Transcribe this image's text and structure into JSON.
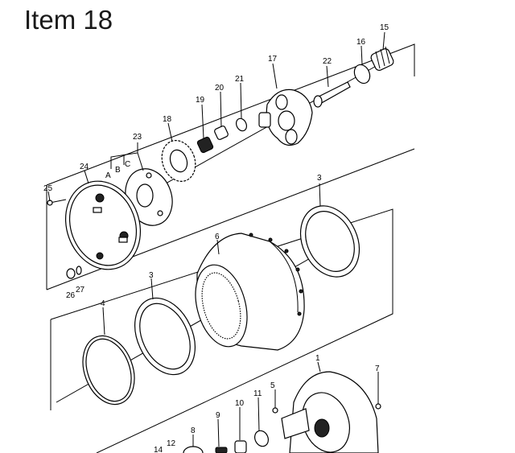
{
  "page": {
    "title": "Item 18"
  },
  "callouts": {
    "c1": "1",
    "c3a": "3",
    "c3b": "3",
    "c4": "4",
    "c5": "5",
    "c6": "6",
    "c7": "7",
    "c8": "8",
    "c9": "9",
    "c10": "10",
    "c11": "11",
    "c12": "12",
    "c14": "14",
    "c15": "15",
    "c16": "16",
    "c17": "17",
    "c18": "18",
    "c19": "19",
    "c20": "20",
    "c21": "21",
    "c22": "22",
    "c23": "23",
    "c24": "24",
    "c25": "25",
    "c26": "26",
    "c27": "27",
    "cA": "A",
    "cB": "B",
    "cC": "C"
  }
}
